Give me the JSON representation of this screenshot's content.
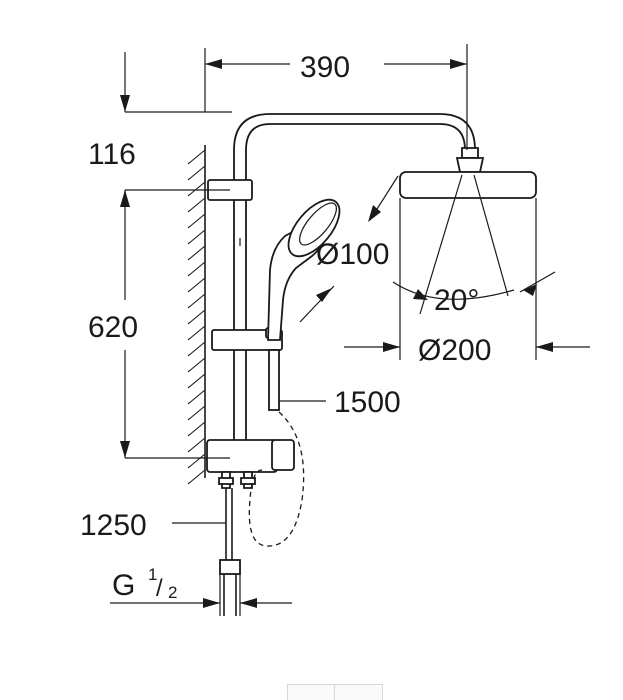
{
  "diagram": {
    "dimensions": {
      "arm_reach": "390",
      "head_offset": "116",
      "rail_length": "620",
      "handshower_diameter": "Ø100",
      "spray_angle": "20°",
      "head_diameter": "Ø200",
      "hose_length": "1500",
      "supply_hose_length": "1250",
      "thread_prefix": "G",
      "thread_numerator": "1",
      "thread_denominator": "2"
    }
  }
}
